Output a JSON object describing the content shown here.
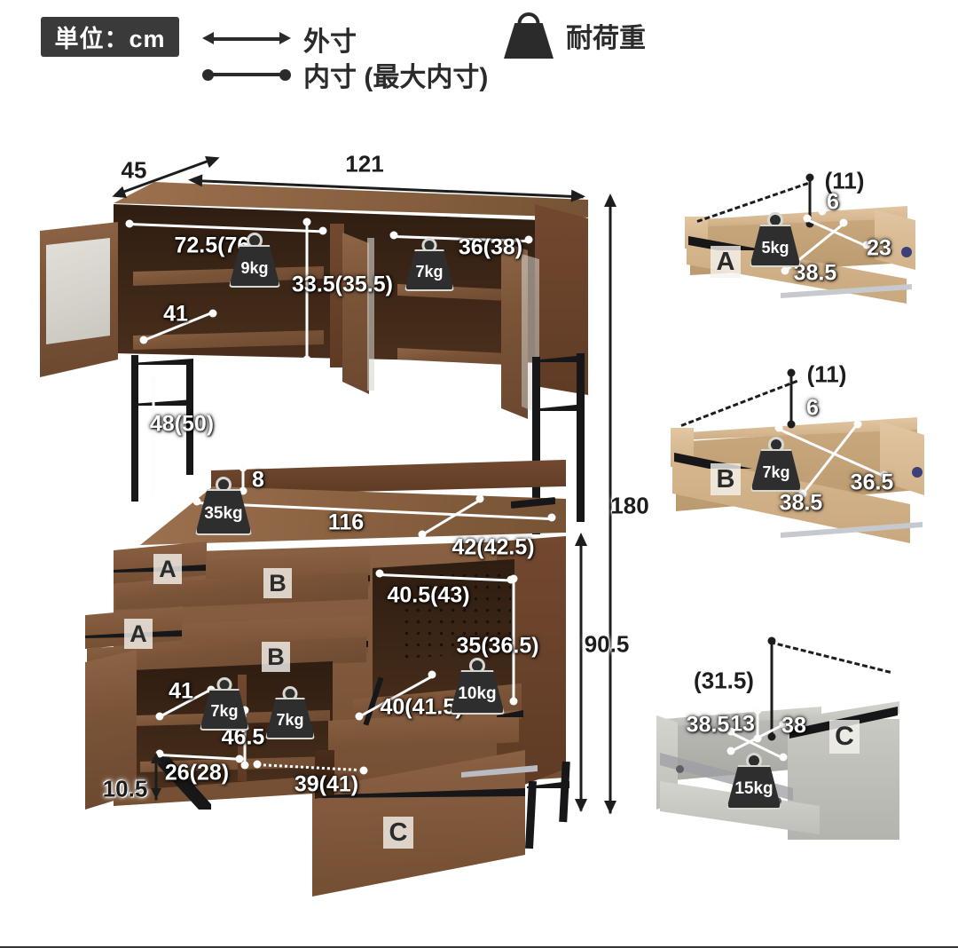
{
  "legend": {
    "unit_badge": "単位：cm",
    "outer_label": "外寸",
    "inner_label": "内寸 (最大内寸)",
    "weight_label": "耐荷重",
    "outer_icon": "double-arrow-icon",
    "inner_icon": "dot-ended-line-icon",
    "weight_icon": "weight-icon",
    "badge_color": "#3a3a3a",
    "text_color": "#2b2b2b"
  },
  "main_unit": {
    "title": "kitchen-board-dimension-diagram",
    "outer_dimensions": [
      {
        "name": "depth",
        "value": "45"
      },
      {
        "name": "width",
        "value": "121"
      },
      {
        "name": "total-height",
        "value": "180"
      },
      {
        "name": "lower-cabinet-height",
        "value": "90.5"
      },
      {
        "name": "back-panel-lip",
        "value": "10.5"
      }
    ],
    "upper_cabinet": [
      {
        "name": "left-shelf-width",
        "value": "72.5(76)"
      },
      {
        "name": "upper-cabinet-inner-height",
        "value": "33.5(35.5)"
      },
      {
        "name": "right-shelf-width",
        "value": "36(38)"
      },
      {
        "name": "upper-cabinet-depth",
        "value": "41"
      }
    ],
    "middle_section": [
      {
        "name": "open-rack-height",
        "value": "48(50)"
      },
      {
        "name": "backsplash-height",
        "value": "8"
      },
      {
        "name": "counter-width",
        "value": "116"
      },
      {
        "name": "counter-depth",
        "value": "42(42.5)"
      }
    ],
    "lower_cabinet": [
      {
        "name": "sliding-shelf-width",
        "value": "40.5(43)"
      },
      {
        "name": "sliding-compartment-height",
        "value": "35(36.5)"
      },
      {
        "name": "sliding-shelf-depth",
        "value": "40(41.5)"
      },
      {
        "name": "left-cabinet-depth",
        "value": "41"
      },
      {
        "name": "left-cabinet-inner-height",
        "value": "46.5"
      },
      {
        "name": "left-cabinet-shelf-width",
        "value": "26(28)"
      },
      {
        "name": "left-cabinet-total-width",
        "value": "39(41)"
      }
    ],
    "weights": [
      {
        "name": "upper-left-shelf",
        "value": "9kg"
      },
      {
        "name": "upper-right-shelf",
        "value": "7kg"
      },
      {
        "name": "counter-top",
        "value": "35kg"
      },
      {
        "name": "lower-left-shelf-1",
        "value": "7kg"
      },
      {
        "name": "lower-left-shelf-2",
        "value": "7kg"
      },
      {
        "name": "sliding-shelf",
        "value": "10kg"
      }
    ],
    "part_labels": [
      "A",
      "B",
      "A",
      "B",
      "C"
    ]
  },
  "drawers": [
    {
      "id": "A",
      "label": "A",
      "weight": "5kg",
      "dims": [
        {
          "name": "max-inner-height",
          "value": "(11)"
        },
        {
          "name": "inner-height",
          "value": "6"
        },
        {
          "name": "inner-depth",
          "value": "23"
        },
        {
          "name": "inner-width",
          "value": "38.5"
        }
      ]
    },
    {
      "id": "B",
      "label": "B",
      "weight": "7kg",
      "dims": [
        {
          "name": "max-inner-height",
          "value": "(11)"
        },
        {
          "name": "inner-height",
          "value": "6"
        },
        {
          "name": "inner-depth",
          "value": "36.5"
        },
        {
          "name": "inner-width",
          "value": "38.5"
        }
      ]
    },
    {
      "id": "C",
      "label": "C",
      "weight": "15kg",
      "dims": [
        {
          "name": "max-inner-height",
          "value": "(31.5)"
        },
        {
          "name": "inner-height",
          "value": "13"
        },
        {
          "name": "inner-width",
          "value": "38.5"
        },
        {
          "name": "inner-depth",
          "value": "38"
        }
      ]
    }
  ]
}
